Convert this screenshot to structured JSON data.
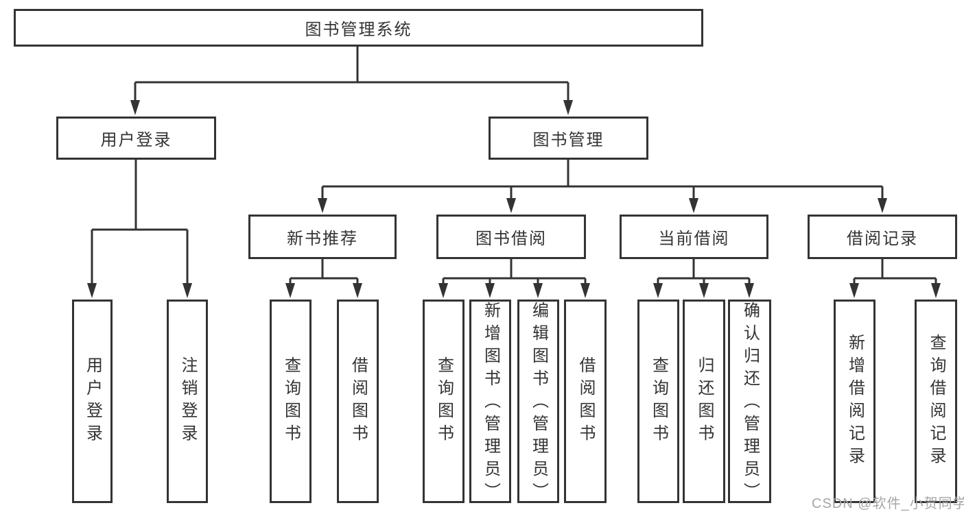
{
  "diagram": {
    "root": {
      "label": "图书管理系统"
    },
    "level2": [
      {
        "label": "用户登录"
      },
      {
        "label": "图书管理"
      }
    ],
    "level3": [
      {
        "label": "新书推荐"
      },
      {
        "label": "图书借阅"
      },
      {
        "label": "当前借阅"
      },
      {
        "label": "借阅记录"
      }
    ],
    "leaves": {
      "user_login": [
        "用户登录",
        "注销登录"
      ],
      "new_book_recommend": [
        "查询图书",
        "借阅图书"
      ],
      "book_borrow": [
        "查询图书",
        "新增图书（管理员）",
        "编辑图书（管理员）",
        "借阅图书"
      ],
      "current_borrow": [
        "查询图书",
        "归还图书",
        "确认归还（管理员）"
      ],
      "borrow_records": [
        "新增借阅记录",
        "查询借阅记录"
      ]
    }
  },
  "watermark": {
    "text": "CSDN @软件_小贺同学"
  },
  "colors": {
    "line": "#333333",
    "box_border": "#333333",
    "box_fill": "#ffffff",
    "text": "#333333",
    "watermark": "#a6a6a6",
    "background": "#ffffff"
  }
}
